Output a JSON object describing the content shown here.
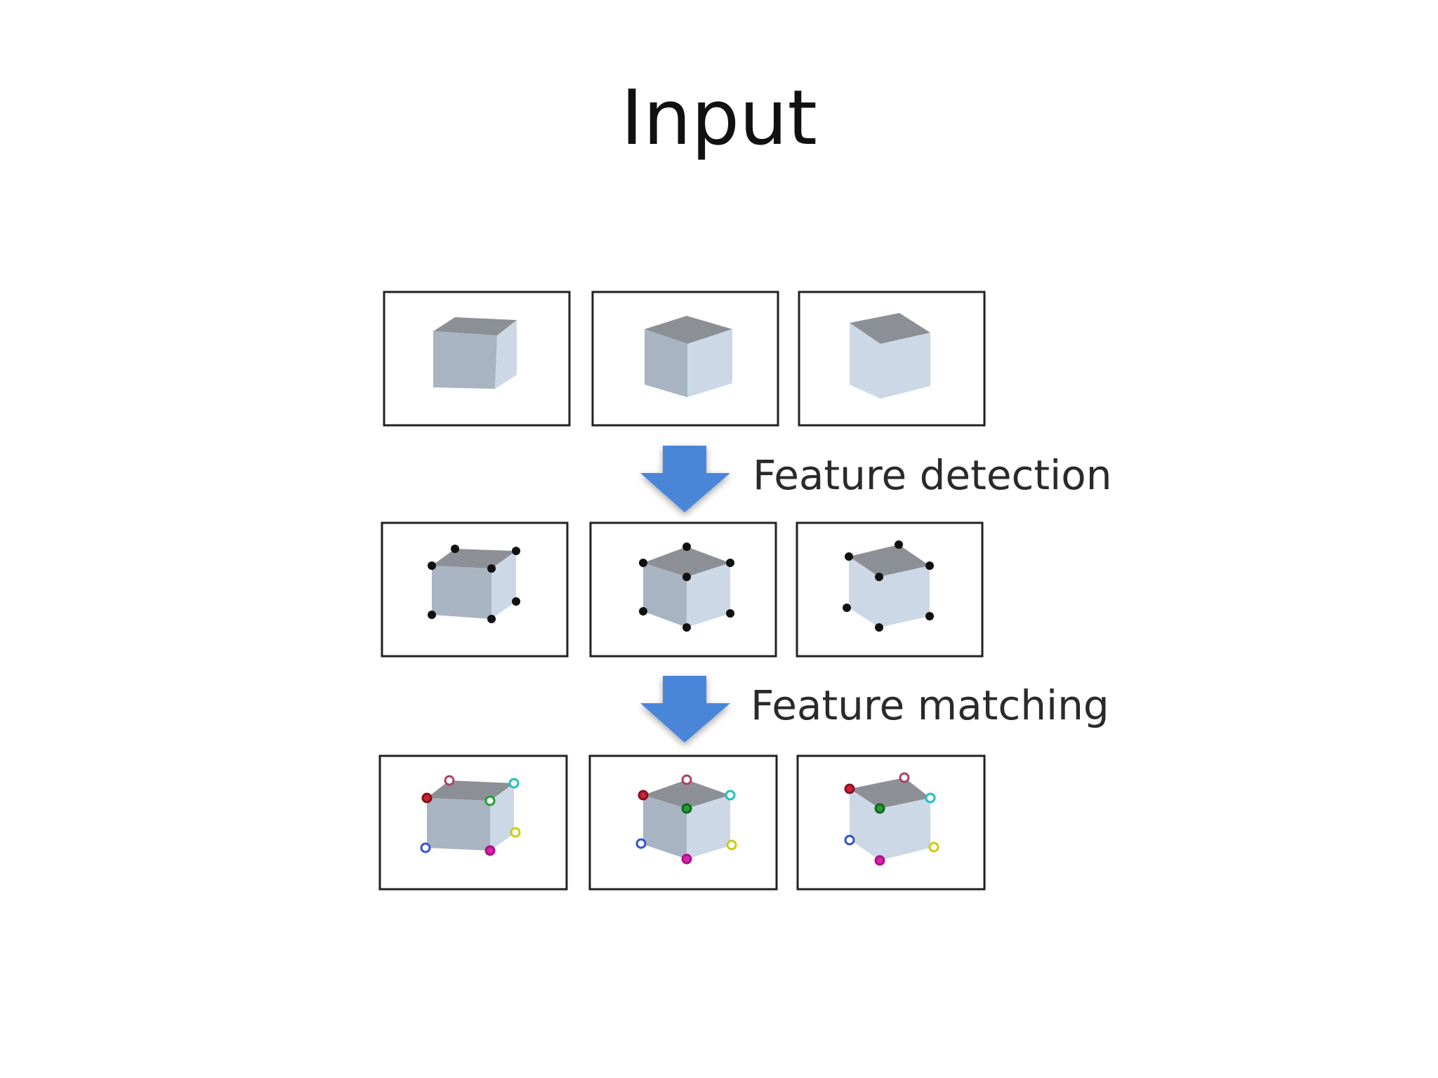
{
  "slide": {
    "title": "Input"
  },
  "steps": [
    {
      "label": "Feature detection"
    },
    {
      "label": "Feature matching"
    }
  ],
  "colors": {
    "arrow": "#4a86d8",
    "cube_top": "#8c9096",
    "cube_left": "#a9b4c2",
    "cube_right": "#ccd8e6",
    "frame": "#222222",
    "keypoint": "#111111",
    "match_colors": [
      "#ffffff",
      "#cc2233",
      "#22a033",
      "#22c0c0",
      "#3355cc",
      "#dd22aa",
      "#dddd22"
    ]
  }
}
